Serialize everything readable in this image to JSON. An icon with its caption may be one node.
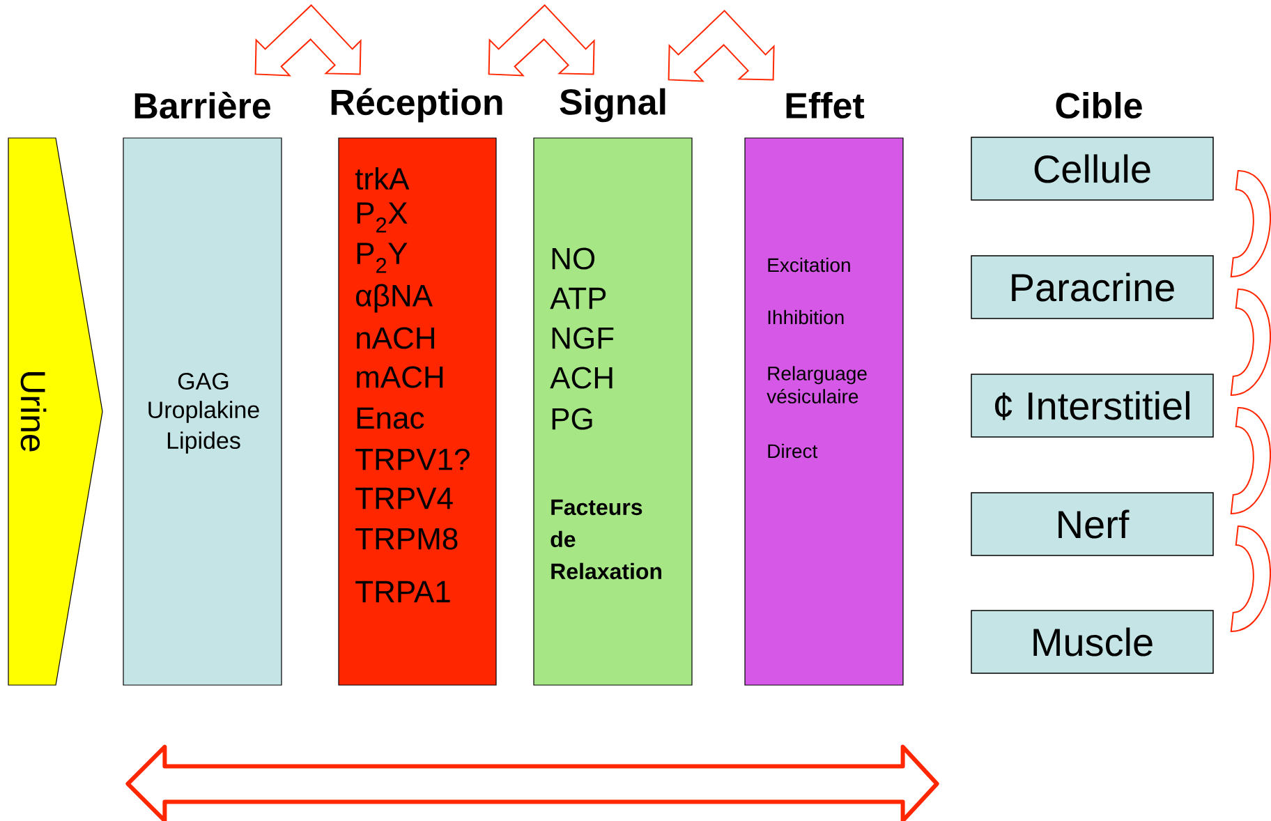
{
  "diagram": {
    "nodes": [
      {
        "text": [
          "Urine"
        ]
      },
      {
        "text": [
          "Barrière",
          "GAG",
          "Uroplakine",
          "Lipides"
        ]
      },
      {
        "text": [
          "Réception",
          "trkA",
          "P$_{2}$X",
          "P$_{2}$Y",
          "αβNA",
          "nACH",
          "mACH",
          "Enac",
          "TRPV1?",
          "TRPV4",
          "TRPM8",
          "TRPA1"
        ]
      },
      {
        "text": [
          "Signal",
          "NO",
          "ATP",
          "NGF",
          "ACH",
          "PG",
          "Facteurs de Relaxation"
        ]
      },
      {
        "text": [
          "Effet",
          "Excitation",
          "Ihhibition",
          "Relarguage vésiculaire",
          "Direct"
        ]
      },
      {
        "text": [
          "Cellule"
        ]
      },
      {
        "text": [
          "Paracrine"
        ]
      },
      {
        "text": [
          "¢ Interstitiel"
        ]
      },
      {
        "text": [
          "Nerf"
        ]
      },
      {
        "text": [
          "Muscle"
        ]
      }
    ],
    "edges": [
      {
        "from": 1,
        "to": 2,
        "arrow": "both"
      },
      {
        "from": 2,
        "to": 3,
        "arrow": "both"
      },
      {
        "from": 3,
        "to": 4,
        "arrow": "both"
      },
      {
        "from": 1,
        "to": 4,
        "arrow": "both",
        "style": "thick"
      },
      {
        "from": 5,
        "to": 6,
        "arrow": "none"
      },
      {
        "from": 6,
        "to": 7,
        "arrow": "none"
      },
      {
        "from": 7,
        "to": 8,
        "arrow": "none"
      },
      {
        "from": 8,
        "to": 9,
        "arrow": "none"
      }
    ],
    "labels": [
      "Cible"
    ]
  }
}
